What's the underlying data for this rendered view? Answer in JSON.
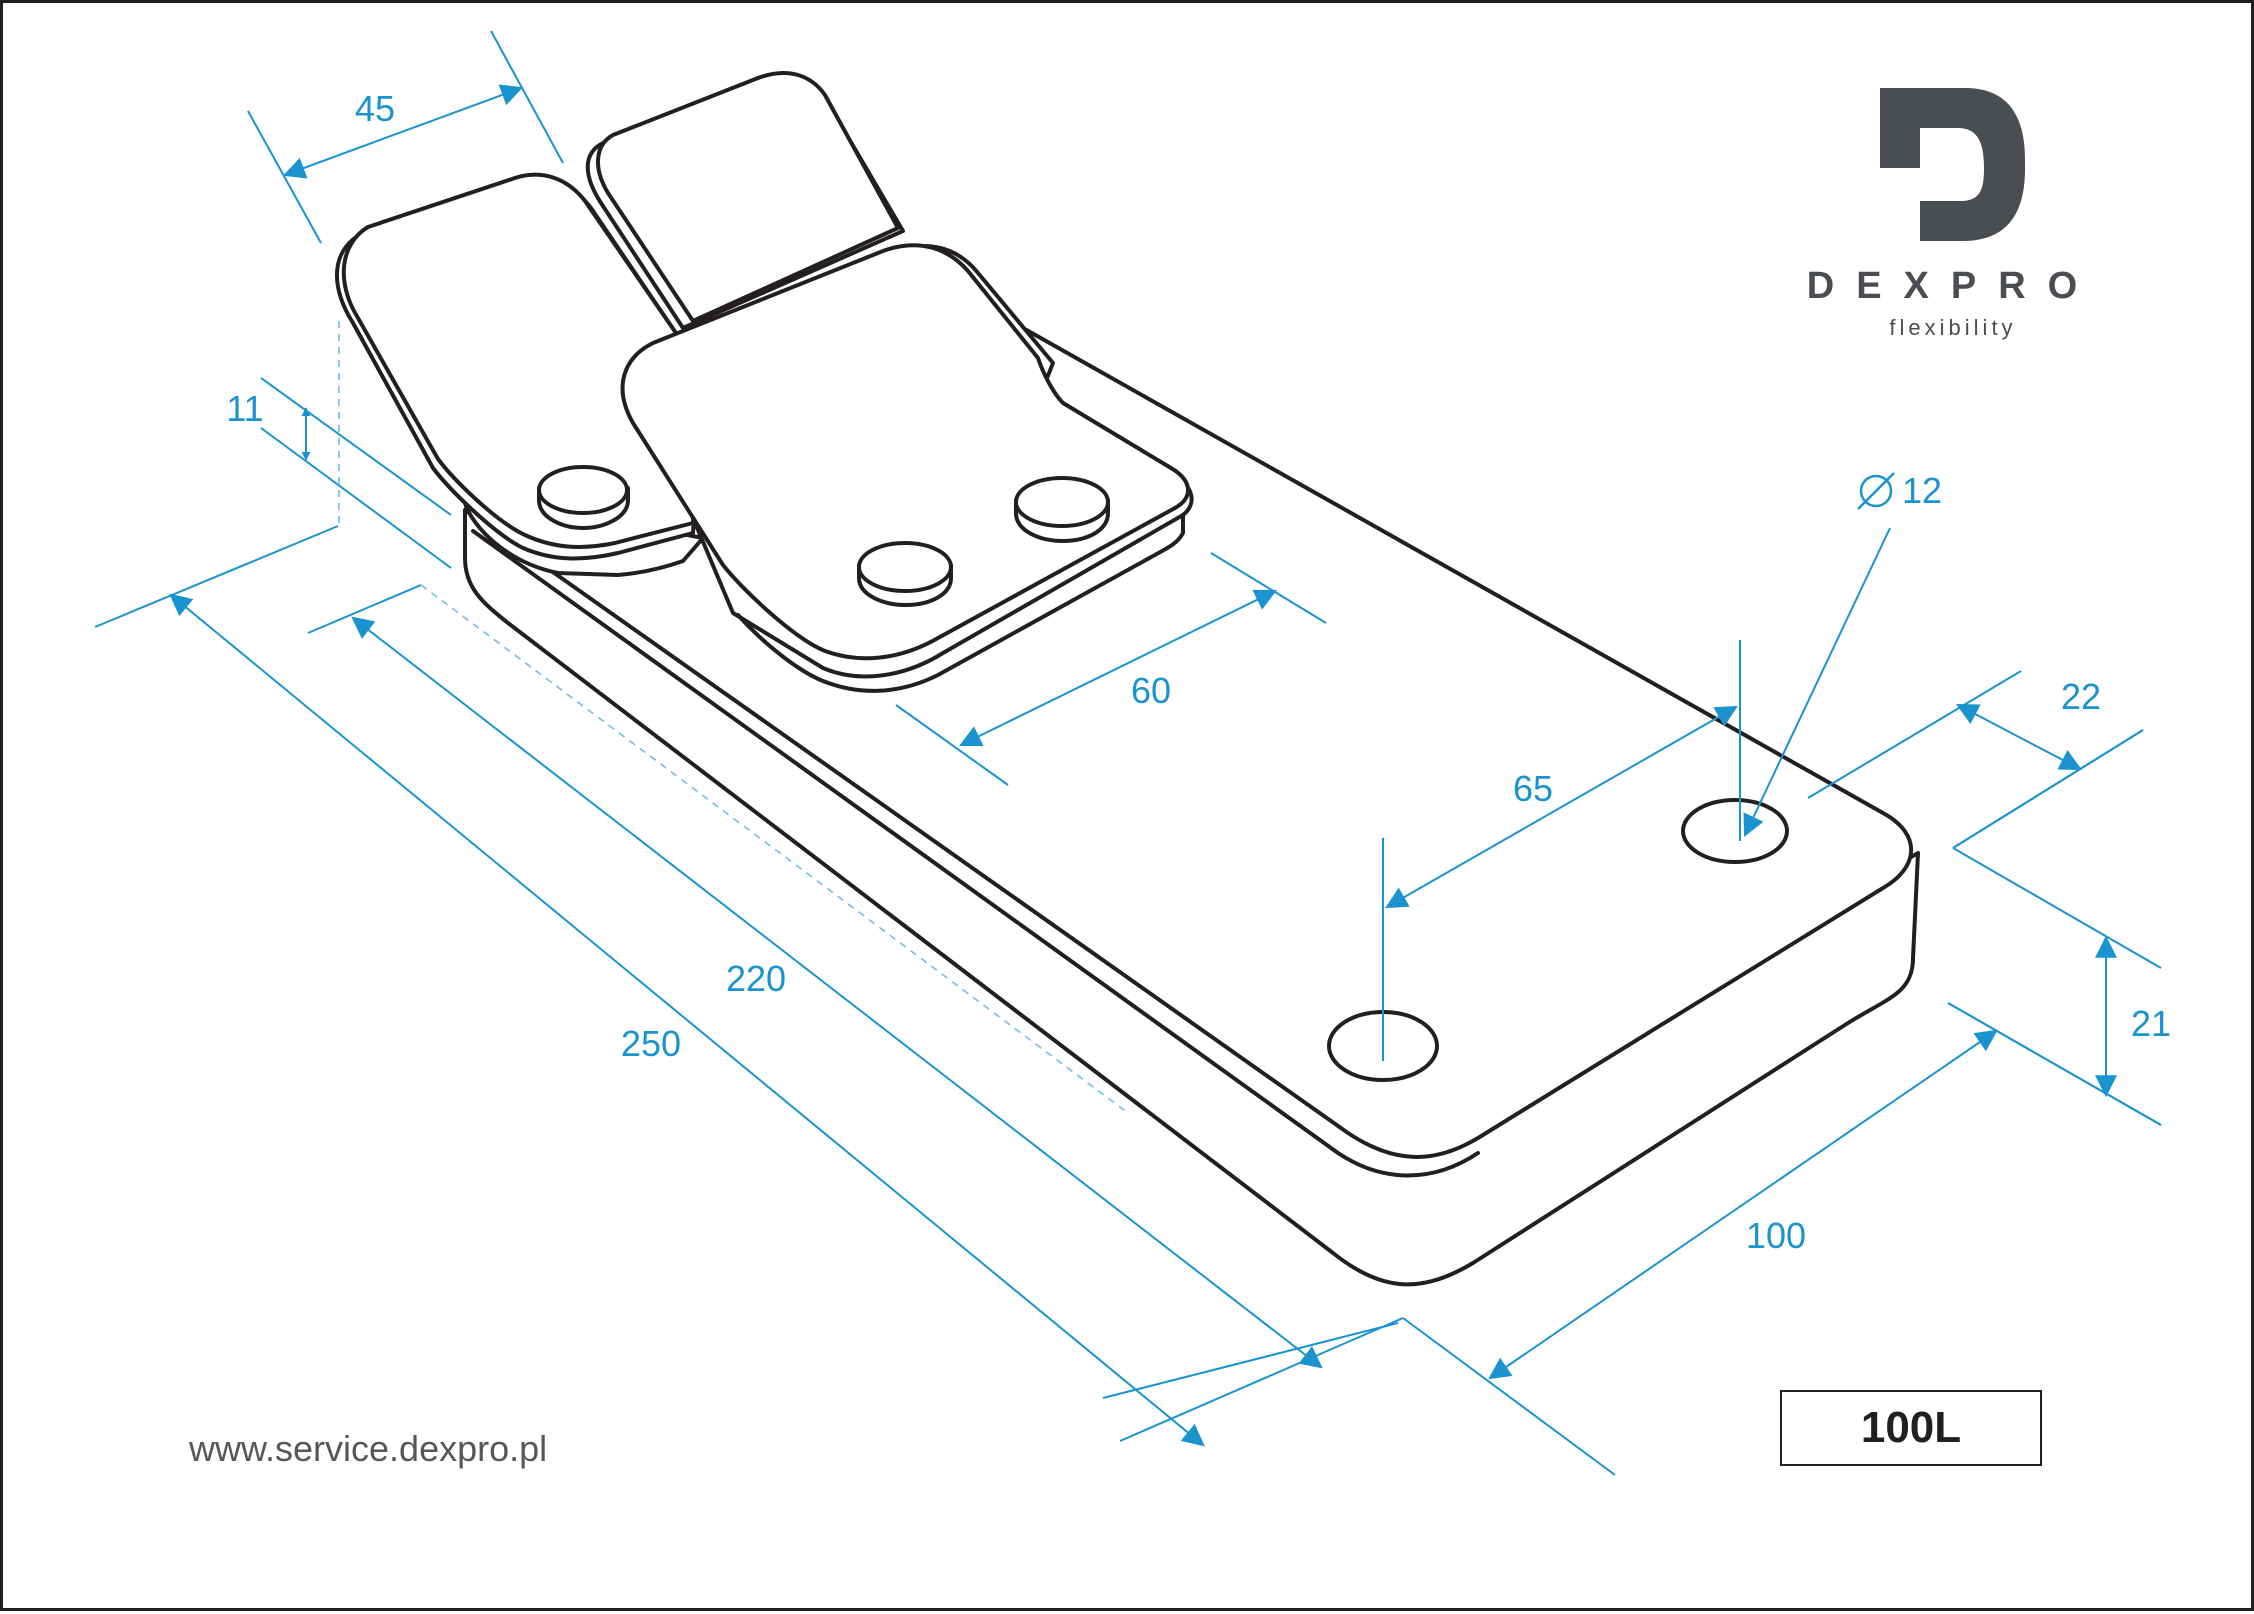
{
  "brand": {
    "name": "DEXPRO",
    "tagline": "flexibility",
    "logo_icon": "dexpro-d-logo-icon",
    "logo_color": "#4a4e52"
  },
  "website": "www.service.dexpro.pl",
  "model": "100L",
  "colors": {
    "dimension": "#1a93cf",
    "outline": "#231f20"
  },
  "dimensions": {
    "clip_width": "45",
    "lip_height": "11",
    "hole_diameter": "12",
    "clip_spacing": "60",
    "hole_spacing": "65",
    "hole_edge_offset": "22",
    "base_thickness": "21",
    "width": "100",
    "inner_length": "220",
    "length": "250"
  },
  "symbols": {
    "diameter": "⌀"
  }
}
